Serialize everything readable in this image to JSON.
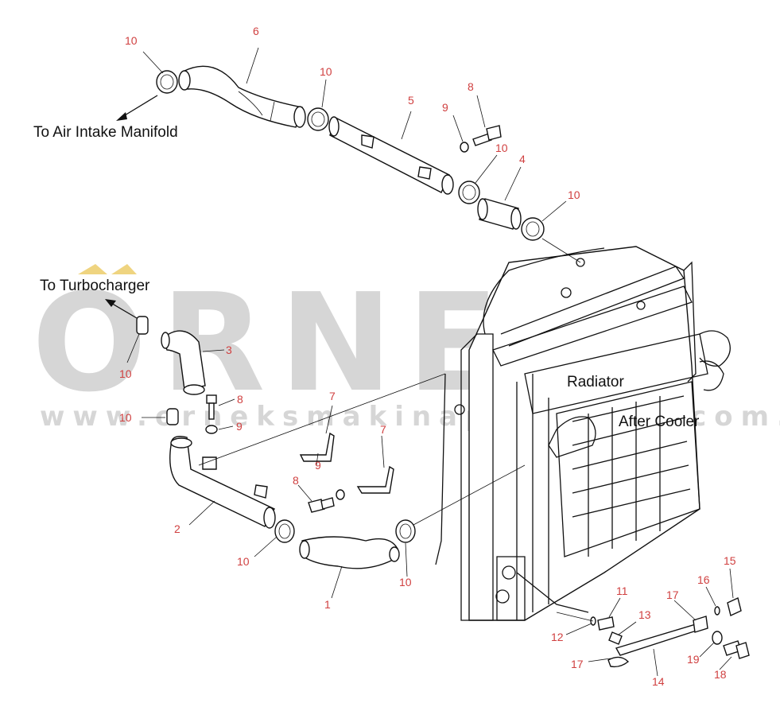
{
  "watermark": {
    "brand": "ORNEK",
    "url": "www.orneksmakinaparcalari.com.tr",
    "accent_color": "#e8c24a"
  },
  "labels": {
    "air_intake": "To Air Intake Manifold",
    "turbocharger": "To Turbocharger",
    "radiator": "Radiator",
    "after_cooler": "After Cooler"
  },
  "callouts": {
    "c10_a": "10",
    "c6": "6",
    "c10_b": "10",
    "c5": "5",
    "c8_a": "8",
    "c9_a": "9",
    "c10_c": "10",
    "c4": "4",
    "c10_d": "10",
    "c3": "3",
    "c10_e": "10",
    "c8_b": "8",
    "c10_f": "10",
    "c9_b": "9",
    "c7_a": "7",
    "c9_c": "9",
    "c7_b": "7",
    "c8_c": "8",
    "c2": "2",
    "c10_g": "10",
    "c1": "1",
    "c10_h": "10",
    "c15": "15",
    "c16": "16",
    "c17_a": "17",
    "c11": "11",
    "c13": "13",
    "c12": "12",
    "c19": "19",
    "c17_b": "17",
    "c14": "14",
    "c18": "18"
  },
  "colors": {
    "callout": "#d04040",
    "line": "#111111",
    "watermark": "#d6d6d6"
  }
}
